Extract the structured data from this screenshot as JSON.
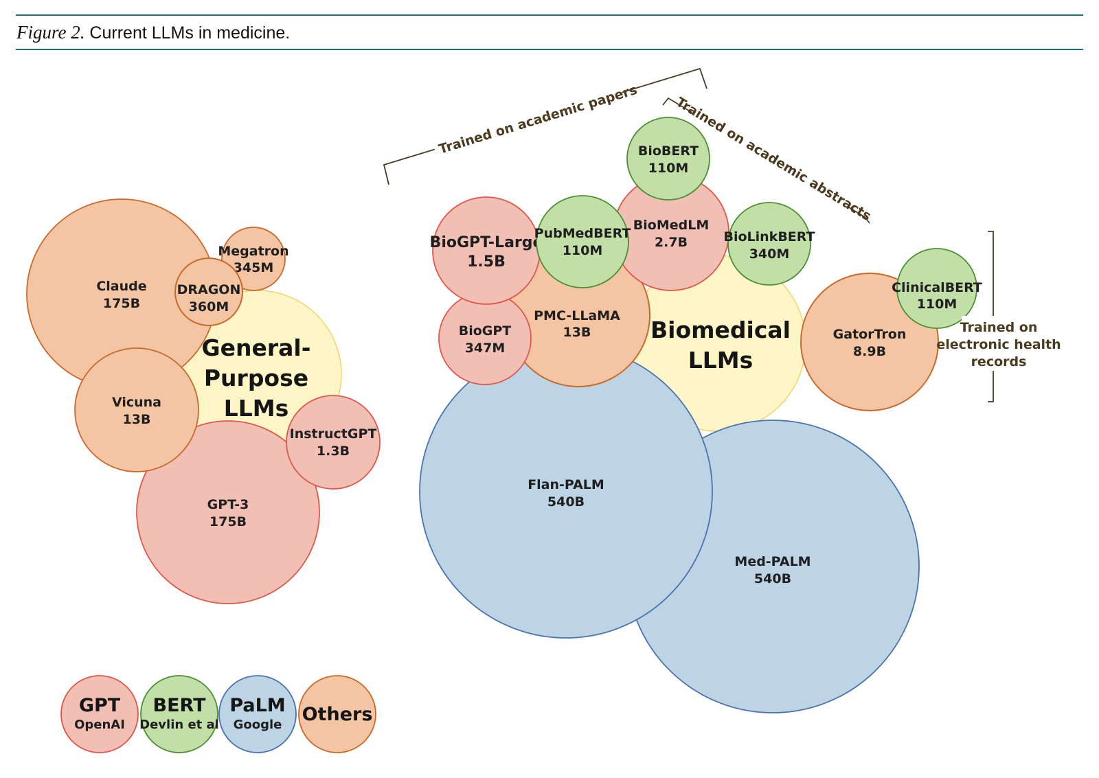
{
  "figure": {
    "caption_label": "Figure 2.",
    "caption_text": " Current LLMs in medicine."
  },
  "groups": {
    "general_purpose": [
      "General-",
      "Purpose",
      "LLMs"
    ],
    "biomedical": [
      "Biomedical",
      "LLMs"
    ]
  },
  "models": {
    "claude": {
      "name": "Claude",
      "size": "175B"
    },
    "megatron": {
      "name": "Megatron",
      "size": "345M"
    },
    "dragon": {
      "name": "DRAGON",
      "size": "360M"
    },
    "vicuna": {
      "name": "Vicuna",
      "size": "13B"
    },
    "instructgpt": {
      "name": "InstructGPT",
      "size": "1.3B"
    },
    "gpt3": {
      "name": "GPT-3",
      "size": "175B"
    },
    "biogpt_large": {
      "name": "BioGPT-Large",
      "size": "1.5B"
    },
    "pubmedbert": {
      "name": "PubMedBERT",
      "size": "110M"
    },
    "biomedlm": {
      "name": "BioMedLM",
      "size": "2.7B"
    },
    "biobert": {
      "name": "BioBERT",
      "size": "110M"
    },
    "biolinkbert": {
      "name": "BioLinkBERT",
      "size": "340M"
    },
    "biogpt": {
      "name": "BioGPT",
      "size": "347M"
    },
    "pmc_llama": {
      "name": "PMC-LLaMA",
      "size": "13B"
    },
    "gatortron": {
      "name": "GatorTron",
      "size": "8.9B"
    },
    "clinicalbert": {
      "name": "ClinicalBERT",
      "size": "110M"
    },
    "flan_palm": {
      "name": "Flan-PALM",
      "size": "540B"
    },
    "med_palm": {
      "name": "Med-PALM",
      "size": "540B"
    }
  },
  "annotations": {
    "academic_papers": "Trained on academic papers",
    "academic_abstracts": "Trained on academic abstracts",
    "ehr": [
      "Trained on",
      "electronic health",
      "records"
    ]
  },
  "legend": {
    "gpt": {
      "main": "GPT",
      "sub": "OpenAI"
    },
    "bert": {
      "main": "BERT",
      "sub": "Devlin et al"
    },
    "palm": {
      "main": "PaLM",
      "sub": "Google"
    },
    "others": {
      "main": "Others"
    }
  },
  "colors": {
    "gpt_fill": "#f2bfb5",
    "gpt_stroke": "#e0574a",
    "bert_fill": "#c3dfa8",
    "bert_stroke": "#4a8f33",
    "palm_fill": "#bcd4e3",
    "palm_stroke": "#4a72b0",
    "others_fill": "#f4c5a2",
    "others_stroke": "#c9692b",
    "group_fill": "#fff6c8",
    "group_stroke": "#f5d36a",
    "rule": "#1f6f73",
    "annot": "#4b3a1e"
  }
}
